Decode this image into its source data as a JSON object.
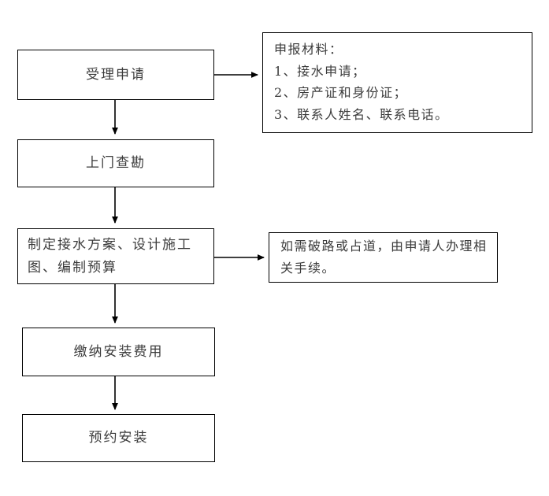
{
  "diagram": {
    "title_text": "",
    "style": {
      "box_border_color": "#000000",
      "text_color": "#3b3b3b",
      "arrow_color": "#000000",
      "background": "#ffffff"
    },
    "nodes": [
      {
        "id": "n1",
        "label": "受理申请",
        "align": "center"
      },
      {
        "id": "n2",
        "label": "上门查勘",
        "align": "center"
      },
      {
        "id": "n3",
        "label": "制定接水方案、设计施工图、编制预算",
        "align": "left"
      },
      {
        "id": "n4",
        "label": "缴纳安装费用",
        "align": "center"
      },
      {
        "id": "n5",
        "label": "预约安装",
        "align": "center"
      }
    ],
    "notes": [
      {
        "id": "note1",
        "title": "申报材料：",
        "items": [
          "1、接水申请；",
          "2、房产证和身份证；",
          "3、联系人姓名、联系电话。"
        ],
        "text": "申报材料：\n1、接水申请；\n2、房产证和身份证；\n3、联系人姓名、联系电话。"
      },
      {
        "id": "note2",
        "text": "如需破路或占道，由申请人办理相关手续。"
      }
    ],
    "connectors": [
      {
        "id": "c1",
        "from": "n1",
        "to": "note1",
        "direction": "right"
      },
      {
        "id": "c2",
        "from": "n1",
        "to": "n2",
        "direction": "down"
      },
      {
        "id": "c3",
        "from": "n2",
        "to": "n3",
        "direction": "down"
      },
      {
        "id": "c4",
        "from": "n3",
        "to": "note2",
        "direction": "right"
      },
      {
        "id": "c5",
        "from": "n3",
        "to": "n4",
        "direction": "down"
      },
      {
        "id": "c6",
        "from": "n4",
        "to": "n5",
        "direction": "down"
      }
    ]
  }
}
